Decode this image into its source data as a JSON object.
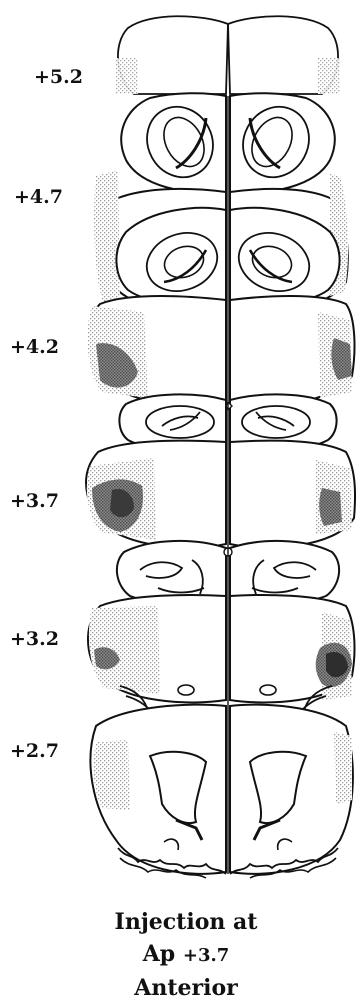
{
  "figure": {
    "levels": [
      {
        "label": "+5.2"
      },
      {
        "label": "+4.7"
      },
      {
        "label": "+4.2"
      },
      {
        "label": "+3.7"
      },
      {
        "label": "+3.2"
      },
      {
        "label": "+2.7"
      }
    ],
    "caption": {
      "line1": "Injection at",
      "line2_prefix": "Ap",
      "line2_value": "+3.7",
      "line3": "Anterior"
    }
  }
}
